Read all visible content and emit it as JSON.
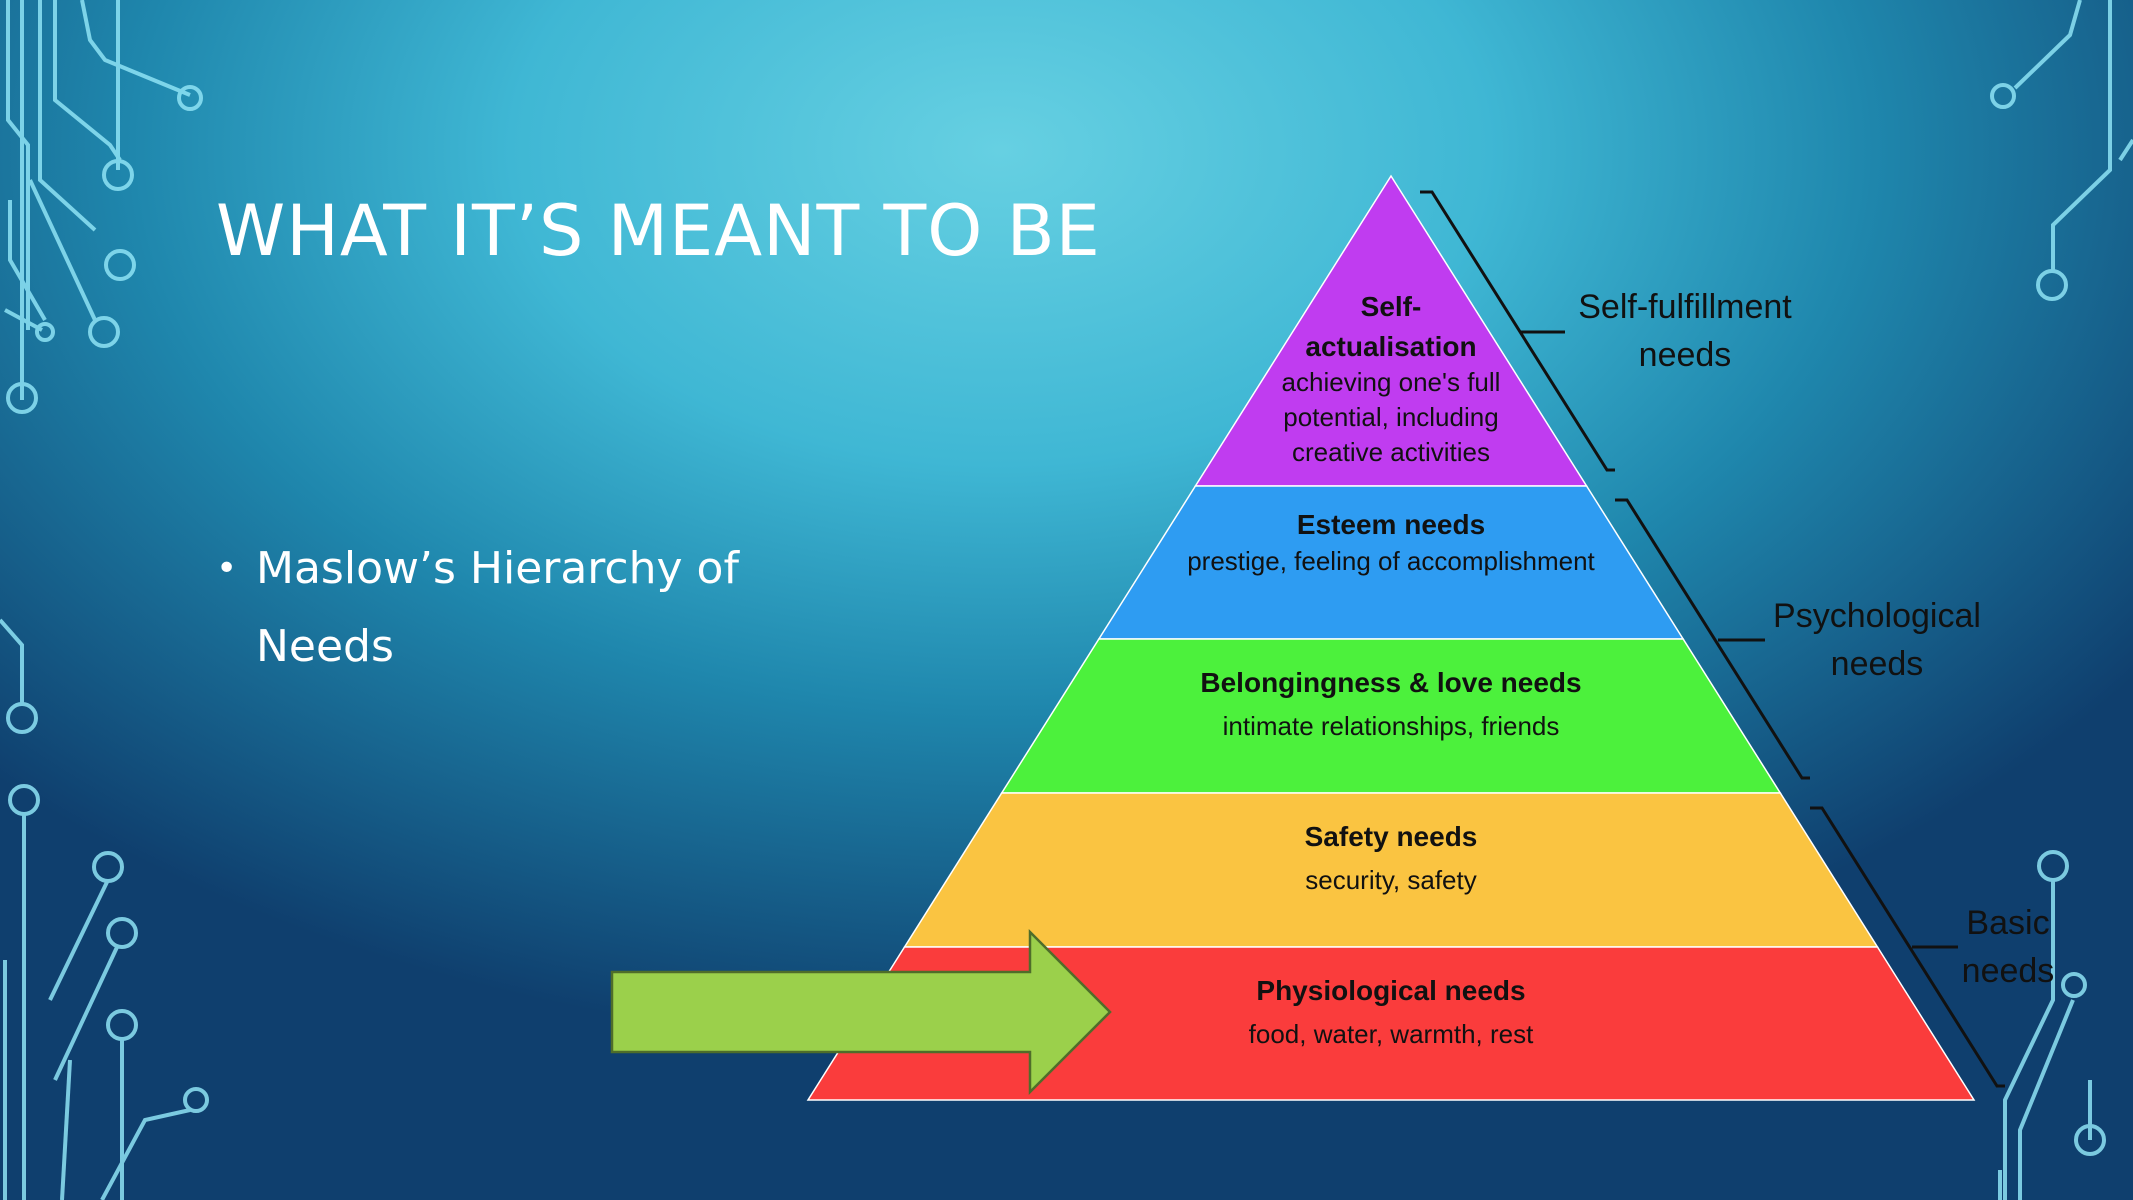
{
  "slide": {
    "title": "WHAT IT’S MEANT TO BE",
    "bullet": "Maslow’s Hierarchy of Needs",
    "bullet_marker": "•"
  },
  "pyramid": {
    "levels": [
      {
        "title_lines": [
          "Self-",
          "actualisation"
        ],
        "desc_lines": [
          "achieving one's full",
          "potential, including",
          "creative activities"
        ],
        "color": "#c03cf0"
      },
      {
        "title_lines": [
          "Esteem needs"
        ],
        "desc_lines": [
          "prestige, feeling of accomplishment"
        ],
        "color": "#2e9cf2"
      },
      {
        "title_lines": [
          "Belongingness & love needs"
        ],
        "desc_lines": [
          "intimate relationships, friends"
        ],
        "color": "#4cf13c"
      },
      {
        "title_lines": [
          "Safety needs"
        ],
        "desc_lines": [
          "security, safety"
        ],
        "color": "#fac441"
      },
      {
        "title_lines": [
          "Physiological needs"
        ],
        "desc_lines": [
          "food, water, warmth, rest"
        ],
        "color": "#fa3c3c"
      }
    ],
    "groups": [
      {
        "label_lines": [
          "Self-fulfillment",
          "needs"
        ]
      },
      {
        "label_lines": [
          "Psychological",
          "needs"
        ]
      },
      {
        "label_lines": [
          "Basic",
          "needs"
        ]
      }
    ]
  },
  "arrow": {
    "color": "#9bd04b",
    "target_level": "Physiological needs"
  },
  "colors": {
    "text": "#ffffff",
    "circuit": "#7fdcf2"
  }
}
